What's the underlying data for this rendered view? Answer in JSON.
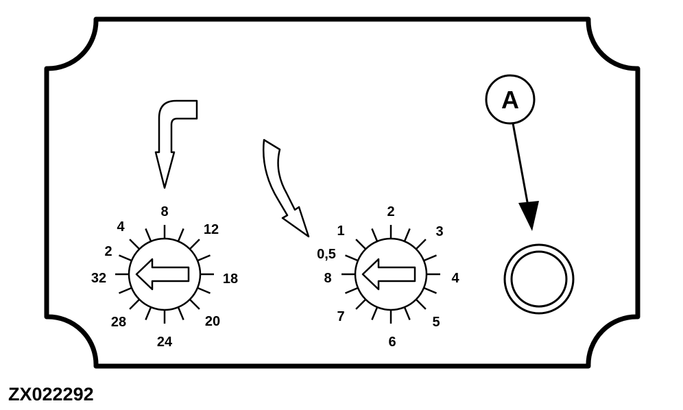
{
  "figure_id": "ZX022292",
  "callout": {
    "label": "A"
  },
  "dials": [
    {
      "name": "left",
      "labels": [
        "8",
        "12",
        "18",
        "20",
        "24",
        "28",
        "32",
        "2",
        "4"
      ]
    },
    {
      "name": "right",
      "labels": [
        "2",
        "3",
        "4",
        "5",
        "6",
        "7",
        "8",
        "0,5",
        "1"
      ]
    }
  ]
}
